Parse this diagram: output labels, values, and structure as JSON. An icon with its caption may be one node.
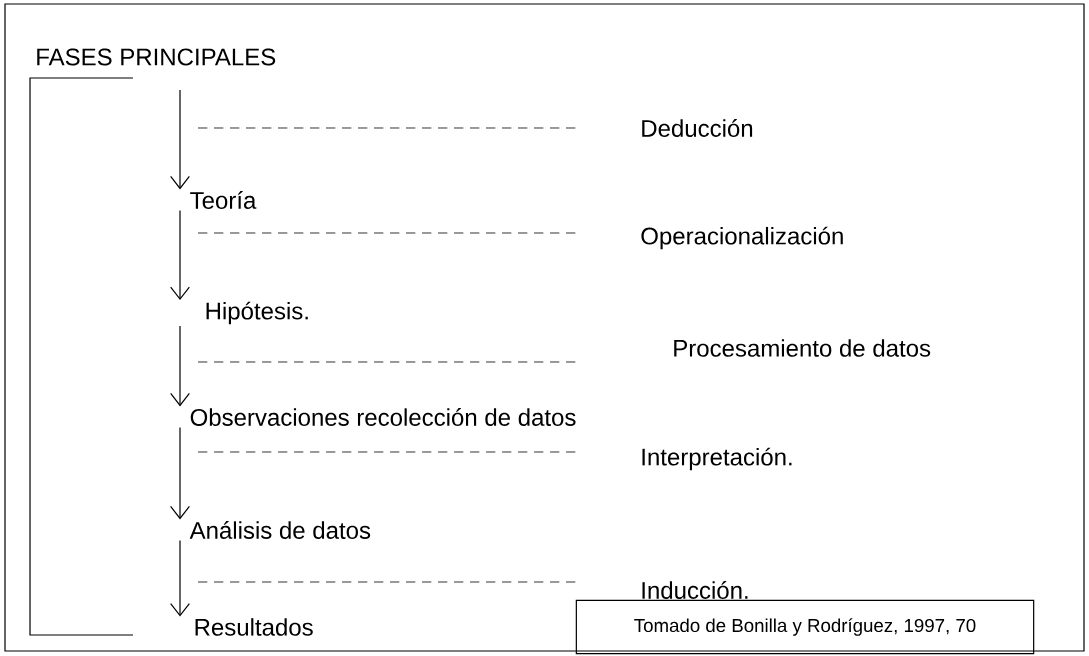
{
  "diagram": {
    "title": "FASES PRINCIPALES",
    "nodes": [
      {
        "text": [
          "Teoría"
        ]
      },
      {
        "text": [
          "Hipótesis."
        ]
      },
      {
        "text": [
          "Observaciones recolección de datos"
        ]
      },
      {
        "text": [
          "Análisis de datos"
        ]
      },
      {
        "text": [
          "Resultados"
        ]
      },
      {
        "text": [
          "Tomado de Bonilla y Rodríguez, 1997, 70"
        ]
      }
    ],
    "edges": [
      {
        "from": null,
        "to": 0,
        "arrow": "to"
      },
      {
        "from": 0,
        "to": 1,
        "arrow": "to"
      },
      {
        "from": 1,
        "to": 2,
        "arrow": "to"
      },
      {
        "from": 2,
        "to": 3,
        "arrow": "to"
      },
      {
        "from": 3,
        "to": 4,
        "arrow": "to"
      }
    ],
    "labels": [
      "Deducción",
      "Operacionalización",
      "Procesamiento de datos",
      "Interpretación.",
      "Inducción."
    ]
  }
}
